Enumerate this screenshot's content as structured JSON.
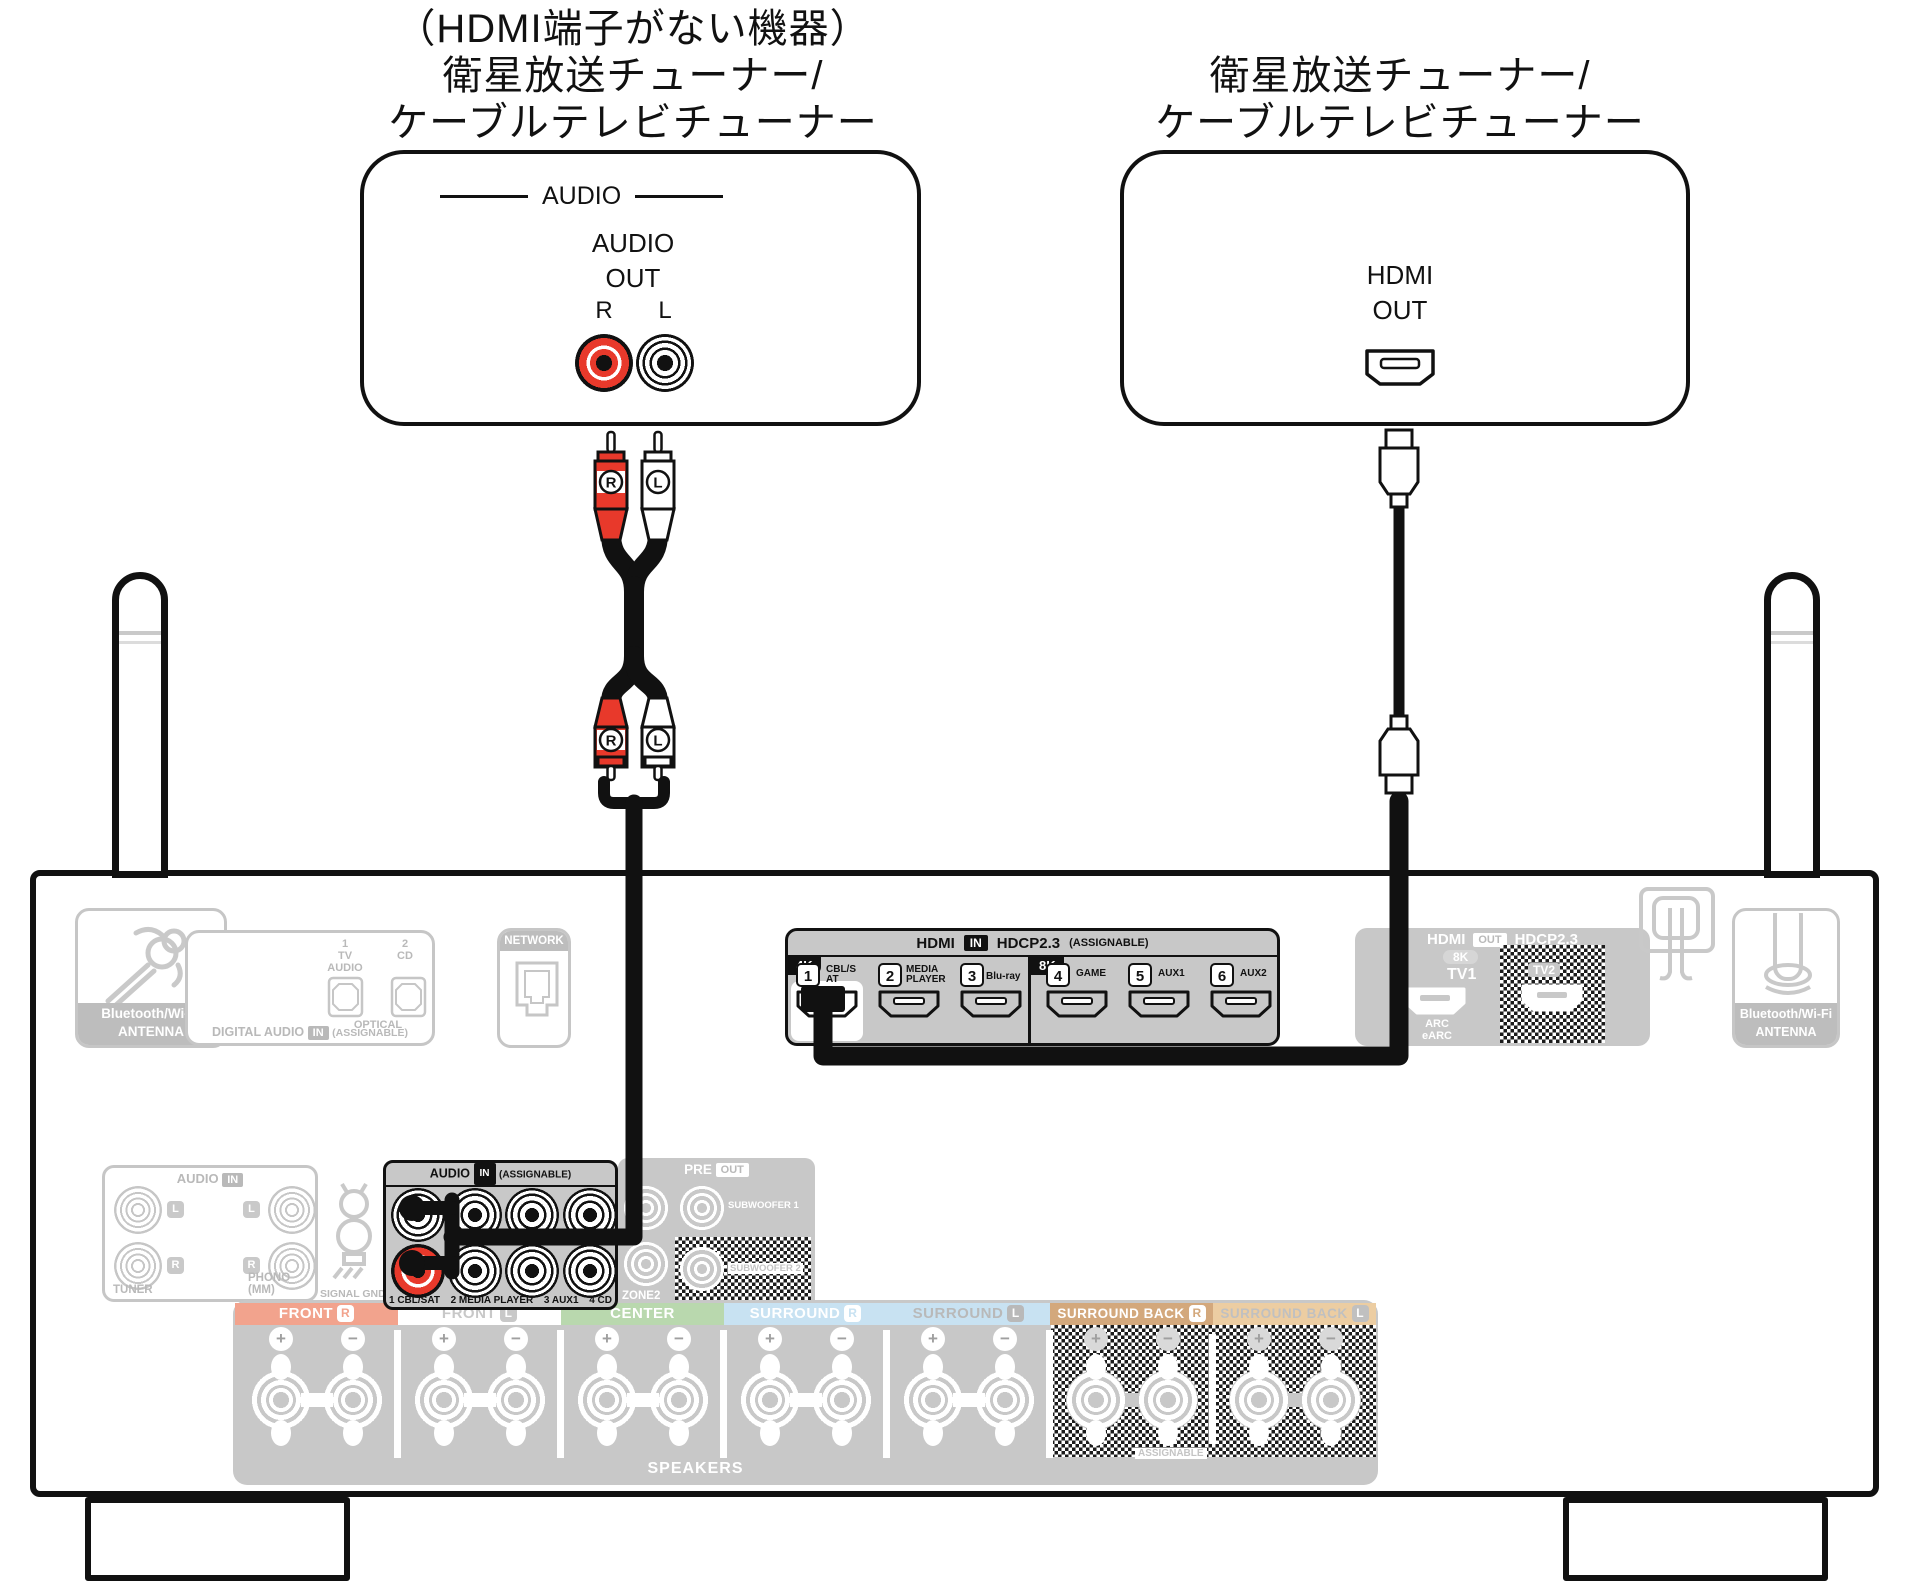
{
  "left_device": {
    "title_lines": [
      "（HDMI端子がない機器）",
      "衛星放送チューナー/",
      "ケーブルテレビチューナー"
    ],
    "group_label": "AUDIO",
    "out_line1": "AUDIO",
    "out_line2": "OUT",
    "right_channel": "R",
    "left_channel": "L"
  },
  "right_device": {
    "title_lines": [
      "衛星放送チューナー/",
      "ケーブルテレビチューナー"
    ],
    "port_line1": "HDMI",
    "port_line2": "OUT"
  },
  "cables": {
    "rca_right_badge": "R",
    "rca_left_badge": "L"
  },
  "receiver": {
    "bluetooth_left": {
      "line1": "Bluetooth/Wi-Fi",
      "line2": "ANTENNA"
    },
    "bluetooth_right": {
      "line1": "Bluetooth/Wi-Fi",
      "line2": "ANTENNA"
    },
    "digital_audio": {
      "title": "DIGITAL AUDIO",
      "in_badge": "IN",
      "assignable": "(ASSIGNABLE)",
      "opt1_num": "1",
      "opt1_line1": "TV",
      "opt1_line2": "AUDIO",
      "opt2_num": "2",
      "opt2_line1": "CD",
      "optical": "OPTICAL"
    },
    "network": {
      "label": "NETWORK"
    },
    "hdmi_in": {
      "title": "HDMI",
      "in_badge": "IN",
      "hdcp": "HDCP2.3",
      "assignable": "(ASSIGNABLE)",
      "badge_4k": "4K",
      "badge_8k": "8K",
      "ports": [
        {
          "num": "1",
          "label": "CBL/SAT"
        },
        {
          "num": "2",
          "label": "MEDIA PLAYER"
        },
        {
          "num": "3",
          "label": "Blu-ray"
        },
        {
          "num": "4",
          "label": "GAME"
        },
        {
          "num": "5",
          "label": "AUX1"
        },
        {
          "num": "6",
          "label": "AUX2"
        }
      ]
    },
    "hdmi_out": {
      "title": "HDMI",
      "out_badge": "OUT",
      "hdcp": "HDCP2.3",
      "badge_8k": "8K",
      "tv1": "TV1",
      "tv2": "TV2",
      "arc_line1": "ARC",
      "arc_line2": "eARC"
    },
    "audio_in_analog": {
      "title": "AUDIO",
      "in_badge": "IN",
      "tuner": "TUNER",
      "phono": "PHONO (MM)",
      "signal_gnd": "SIGNAL GND",
      "l": "L",
      "r": "R"
    },
    "audio_in_assignable": {
      "title": "AUDIO",
      "in_badge": "IN",
      "assignable": "(ASSIGNABLE)",
      "jacks": [
        "1 CBL/SAT",
        "2 MEDIA PLAYER",
        "3 AUX1",
        "4 CD"
      ]
    },
    "pre_out": {
      "title": "PRE",
      "out_badge": "OUT",
      "zone2": "ZONE2",
      "sub1": "SUBWOOFER 1",
      "sub2": "SUBWOOFER 2"
    },
    "speakers": {
      "sections": [
        {
          "label": "FRONT",
          "ch": "R"
        },
        {
          "label": "FRONT",
          "ch": "L"
        },
        {
          "label": "CENTER",
          "ch": ""
        },
        {
          "label": "SURROUND",
          "ch": "R"
        },
        {
          "label": "SURROUND",
          "ch": "L"
        },
        {
          "label": "SURROUND BACK",
          "ch": "R"
        },
        {
          "label": "SURROUND BACK",
          "ch": "L"
        }
      ],
      "assignable": "ASSIGNABLE",
      "title": "SPEAKERS",
      "plus": "+",
      "minus": "−"
    }
  },
  "colors": {
    "rca_red": "#e8392b",
    "panel_gray": "#c8c8c8",
    "disabled_gray": "#c6c6c6",
    "front_r": "#f2a38d",
    "center": "#b9d8ae",
    "surround": "#c8e2f2",
    "surround_back_r": "#d3a87c",
    "surround_back_l": "#eccda2"
  }
}
